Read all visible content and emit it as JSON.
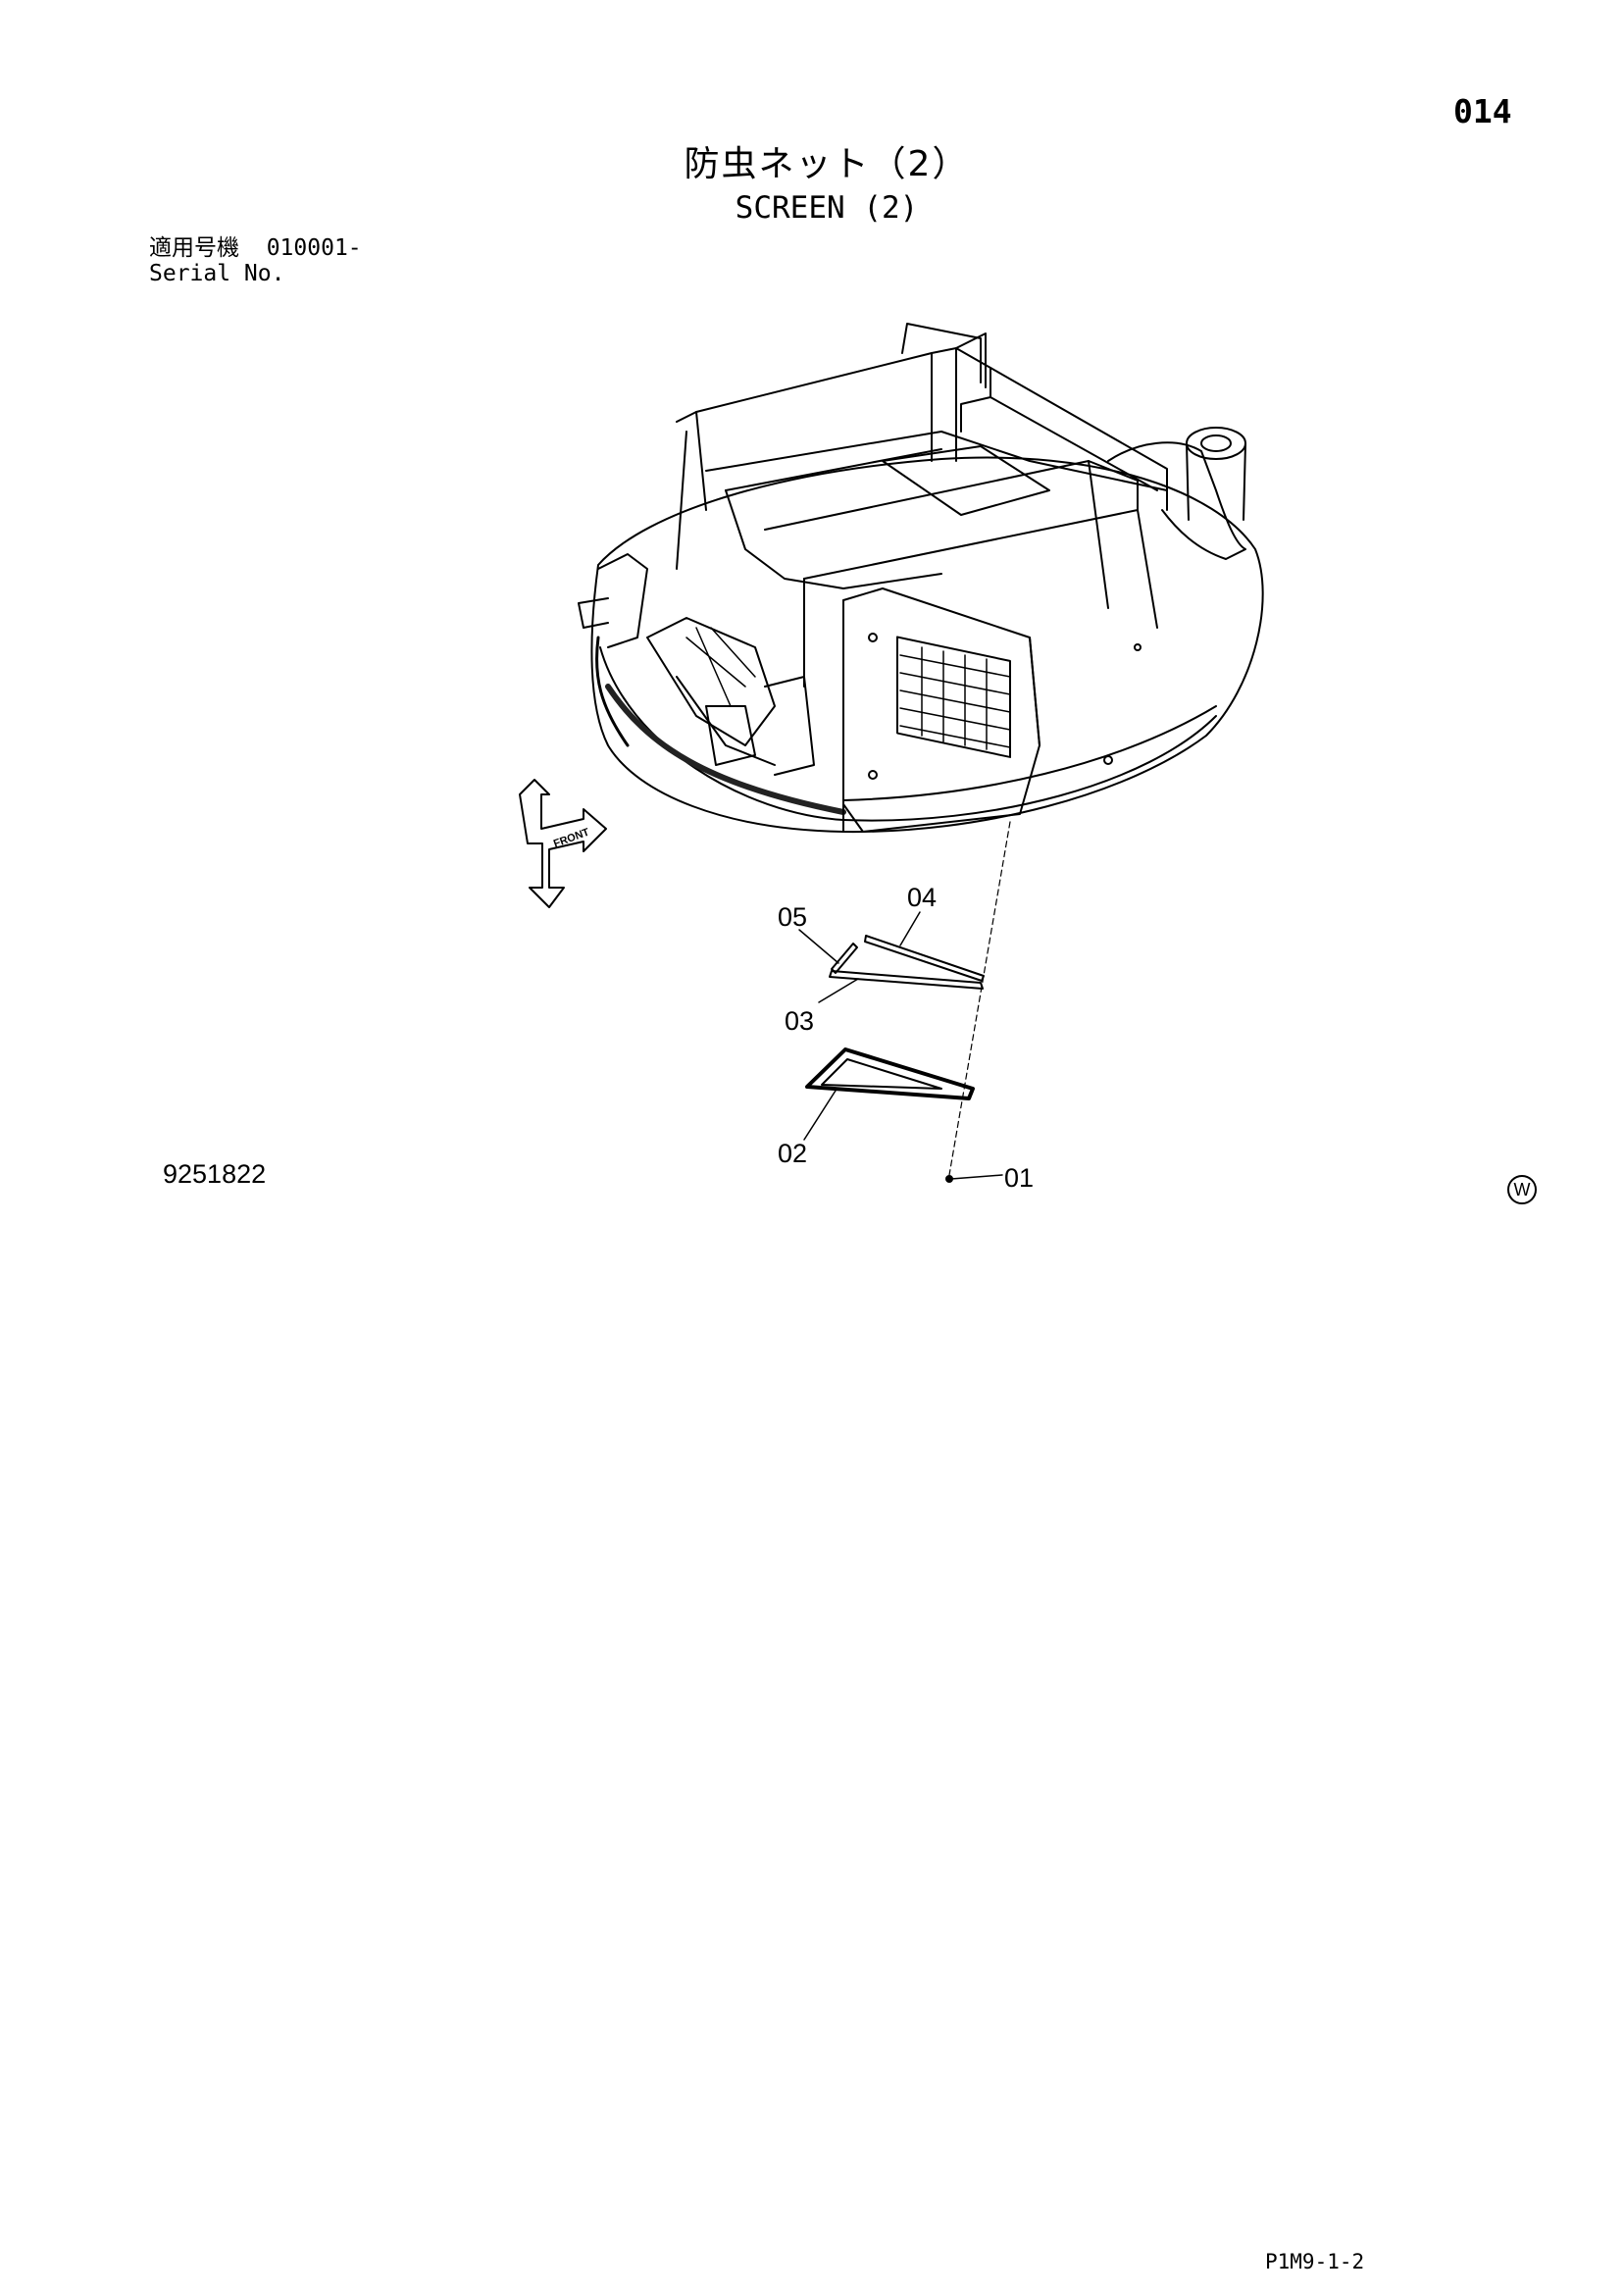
{
  "page_number": "014",
  "title_jp": "防虫ネット（2）",
  "title_en": "SCREEN (2)",
  "serial": {
    "label_jp": "適用号機",
    "value": "010001-",
    "label_en": "Serial No."
  },
  "drawing_number": "9251822",
  "w_mark": "W",
  "page_code": "P1M9-1-2",
  "callouts": [
    {
      "id": "01",
      "label": "01"
    },
    {
      "id": "02",
      "label": "02"
    },
    {
      "id": "03",
      "label": "03"
    },
    {
      "id": "04",
      "label": "04"
    },
    {
      "id": "05",
      "label": "05"
    }
  ],
  "front_arrow_text": "FRONT"
}
